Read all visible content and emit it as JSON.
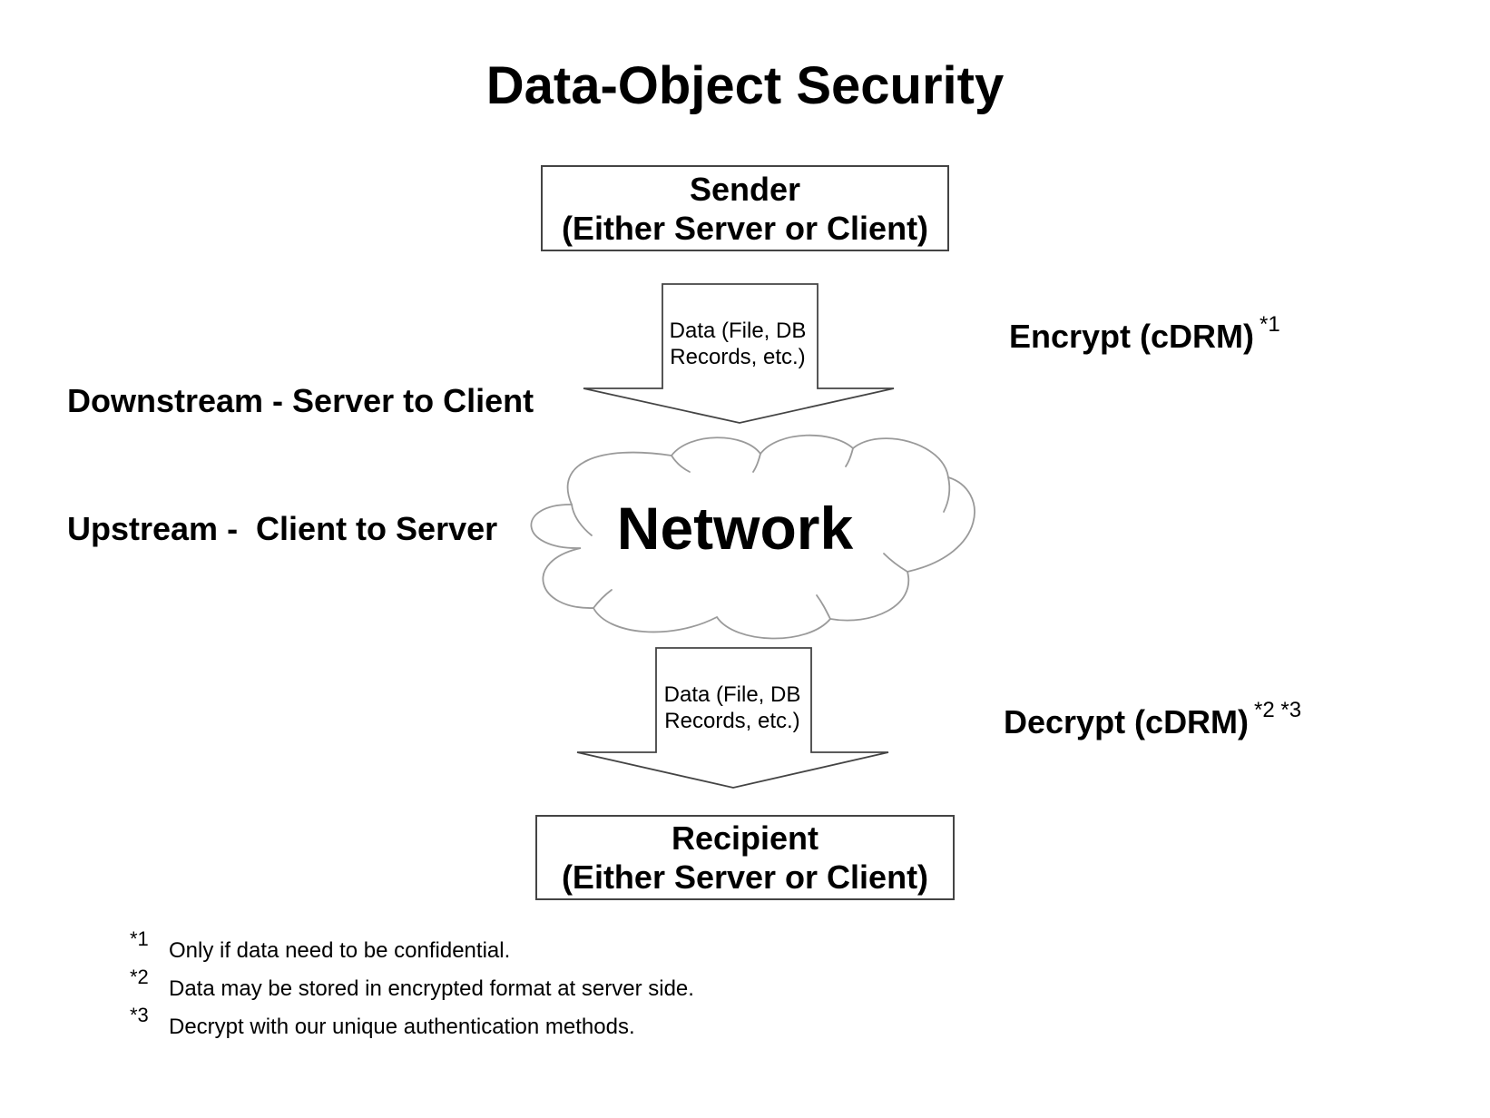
{
  "title": "Data-Object Security",
  "sender": {
    "line1": "Sender",
    "line2": "(Either Server or Client)"
  },
  "recipient": {
    "line1": "Recipient",
    "line2": "(Either Server or Client)"
  },
  "direction_notes": [
    "Downstream - Server to Client",
    "Upstream -  Client to Server"
  ],
  "arrows": [
    {
      "line1": "Data (File, DB",
      "line2": "Records, etc.)"
    },
    {
      "line1": "Data (File, DB",
      "line2": "Records, etc.)"
    }
  ],
  "network": "Network",
  "encrypt": {
    "label": "Encrypt (cDRM)",
    "note_ref": "*1"
  },
  "decrypt": {
    "label": "Decrypt (cDRM)",
    "note_ref": "*2 *3"
  },
  "footnotes": [
    {
      "mark": "*1",
      "text": "Only if data need to be confidential."
    },
    {
      "mark": "*2",
      "text": "Data may be stored in encrypted format at server side."
    },
    {
      "mark": "*3",
      "text": "Decrypt with our unique authentication methods."
    }
  ],
  "colors": {
    "outline": "#444444",
    "cloud_outline": "#9a9a9a",
    "text": "#000000",
    "background": "#ffffff"
  }
}
